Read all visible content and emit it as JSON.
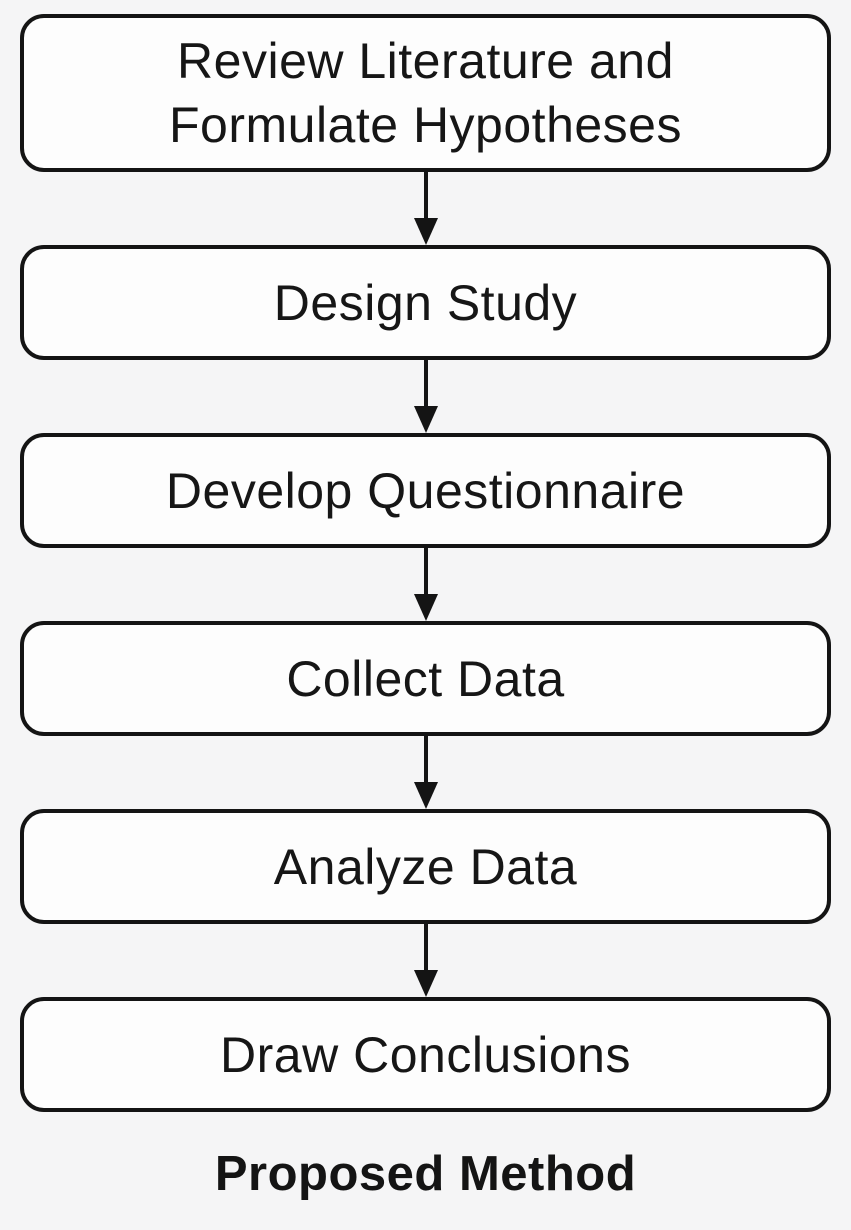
{
  "diagram": {
    "type": "flowchart",
    "direction": "top-to-bottom",
    "title": "Proposed Method",
    "steps": [
      {
        "id": 1,
        "label": "Review Literature and Formulate Hypotheses"
      },
      {
        "id": 2,
        "label": "Design Study"
      },
      {
        "id": 3,
        "label": "Develop Questionnaire"
      },
      {
        "id": 4,
        "label": "Collect Data"
      },
      {
        "id": 5,
        "label": "Analyze Data"
      },
      {
        "id": 6,
        "label": "Draw Conclusions"
      }
    ],
    "connectors": [
      {
        "from": 1,
        "to": 2,
        "icon": "arrow-down"
      },
      {
        "from": 2,
        "to": 3,
        "icon": "arrow-down"
      },
      {
        "from": 3,
        "to": 4,
        "icon": "arrow-down"
      },
      {
        "from": 4,
        "to": 5,
        "icon": "arrow-down"
      },
      {
        "from": 5,
        "to": 6,
        "icon": "arrow-down"
      }
    ],
    "icons": {
      "arrow_down": "↓"
    },
    "colors": {
      "background": "#f5f5f6",
      "box_fill": "#fdfdfd",
      "box_border": "#141414",
      "text": "#161616",
      "arrow": "#141414"
    }
  }
}
